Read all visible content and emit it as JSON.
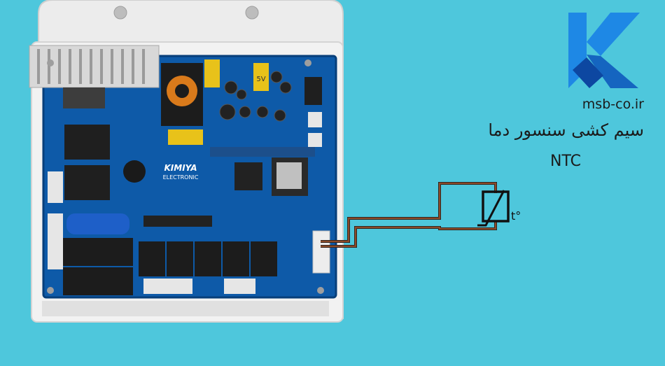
{
  "brand": {
    "site": "msb-co.ir",
    "colors": {
      "accent": "#1e88e5",
      "dark": "#0d47a1",
      "background": "#4ec7dc"
    }
  },
  "captions": {
    "title": "سیم کشی سنسور دما",
    "sensor": "NTC"
  },
  "board": {
    "logo_line1": "KIMIYA",
    "logo_line2": "ELECTRONIC",
    "regulator": "5V",
    "sensor_symbol_label": "t°"
  }
}
